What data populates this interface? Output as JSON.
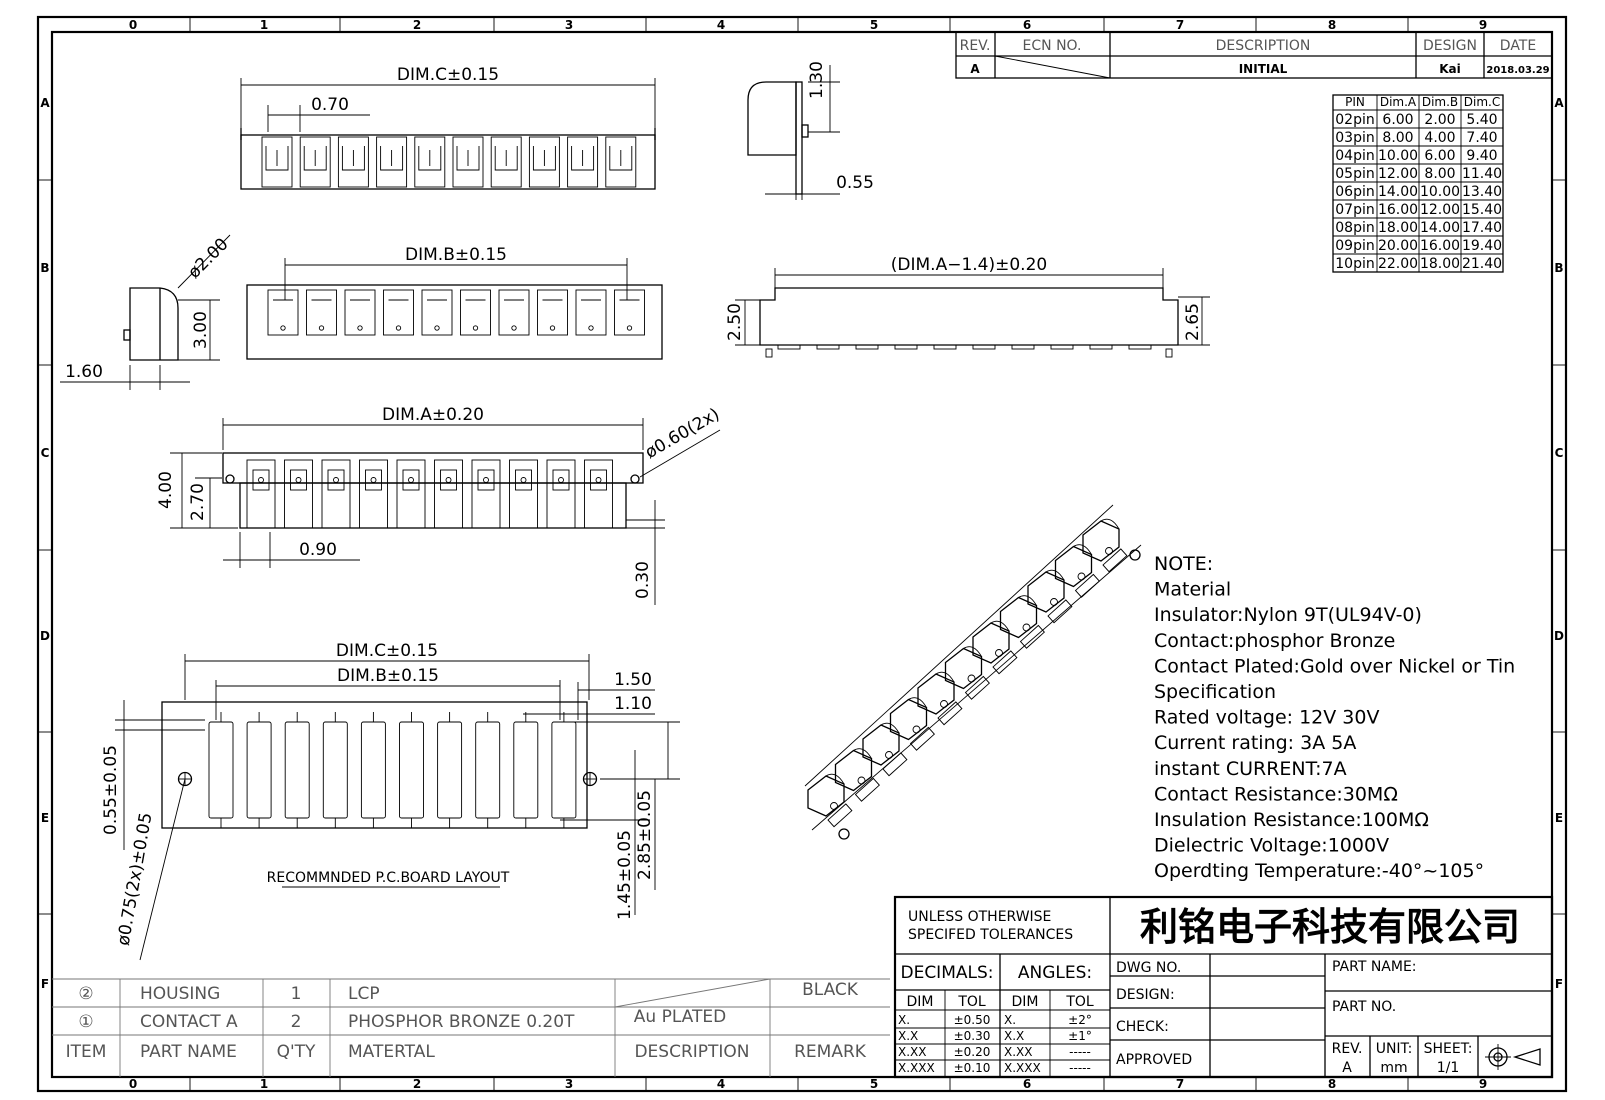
{
  "border": {
    "cols": [
      "0",
      "1",
      "2",
      "3",
      "4",
      "5",
      "6",
      "7",
      "8",
      "9"
    ],
    "rows": [
      "A",
      "B",
      "C",
      "D",
      "E",
      "F"
    ]
  },
  "revision_table": {
    "headers": {
      "rev": "REV.",
      "ecn": "ECN NO.",
      "description": "DESCRIPTION",
      "design": "DESIGN",
      "date": "DATE"
    },
    "row": {
      "rev": "A",
      "ecn": "",
      "description": "INITIAL",
      "design": "Kai",
      "date": "2018.03.29"
    }
  },
  "pin_table": {
    "headers": [
      "PIN",
      "Dim.A",
      "Dim.B",
      "Dim.C"
    ],
    "rows": [
      [
        "02pin",
        "6.00",
        "2.00",
        "5.40"
      ],
      [
        "03pin",
        "8.00",
        "4.00",
        "7.40"
      ],
      [
        "04pin",
        "10.00",
        "6.00",
        "9.40"
      ],
      [
        "05pin",
        "12.00",
        "8.00",
        "11.40"
      ],
      [
        "06pin",
        "14.00",
        "10.00",
        "13.40"
      ],
      [
        "07pin",
        "16.00",
        "12.00",
        "15.40"
      ],
      [
        "08pin",
        "18.00",
        "14.00",
        "17.40"
      ],
      [
        "09pin",
        "20.00",
        "16.00",
        "19.40"
      ],
      [
        "10pin",
        "22.00",
        "18.00",
        "21.40"
      ]
    ]
  },
  "dimensions": {
    "top_dimc": "DIM.C±0.15",
    "pitch": "0.70",
    "side_h": "1.30",
    "side_w": "0.55",
    "radius": "ø2.00",
    "dimb": "DIM.B±0.15",
    "height_300": "3.00",
    "width_160": "1.60",
    "dima_minus": "(DIM.A−1.4)±0.20",
    "h250": "2.50",
    "h265": "2.65",
    "dima": "DIM.A±0.20",
    "hole": "ø0.60(2x)",
    "h400": "4.00",
    "h270": "2.70",
    "w090": "0.90",
    "h030": "0.30",
    "pcb_dimc": "DIM.C±0.15",
    "pcb_dimb": "DIM.B±0.15",
    "pcb_150": "1.50",
    "pcb_110": "1.10",
    "pcb_055": "0.55±0.05",
    "pcb_hole": "ø0.75(2x)±0.05",
    "pcb_285": "2.85±0.05",
    "pcb_145": "1.45±0.05",
    "pcb_title": "RECOMMNDED P.C.BOARD LAYOUT"
  },
  "notes": [
    "NOTE:",
    "Material",
    "Insulator:Nylon 9T(UL94V-0)",
    "Contact:phosphor Bronze",
    "Contact Plated:Gold over Nickel or Tin",
    "Specification",
    "Rated voltage: 12V 30V",
    "Current rating: 3A   5A",
    "instant CURRENT:7A",
    "Contact Resistance:30MΩ",
    "Insulation Resistance:100MΩ",
    "Dielectric Voltage:1000V",
    "Operdting Temperature:-40°~105°"
  ],
  "bom": {
    "rows": [
      {
        "item": "②",
        "part": "HOUSING",
        "qty": "1",
        "material": "LCP",
        "description": "",
        "remark": "BLACK"
      },
      {
        "item": "①",
        "part": "CONTACT A",
        "qty": "2",
        "material": "PHOSPHOR BRONZE 0.20T",
        "description": "Au PLATED",
        "remark": ""
      }
    ],
    "headers": {
      "item": "ITEM",
      "part": "PART NAME",
      "qty": "Q'TY",
      "material": "MATERTAL",
      "description": "DESCRIPTION",
      "remark": "REMARK"
    }
  },
  "title_block": {
    "company": "利铭电子科技有限公司",
    "tolerance_title_1": "UNLESS OTHERWISE",
    "tolerance_title_2": "SPECIFED TOLERANCES",
    "decimals": "DECIMALS:",
    "angles": "ANGLES:",
    "dim": "DIM",
    "tol": "TOL",
    "dec_rows": [
      [
        "X.",
        "±0.50"
      ],
      [
        "X.X",
        "±0.30"
      ],
      [
        "X.XX",
        "±0.20"
      ],
      [
        "X.XXX",
        "±0.10"
      ]
    ],
    "ang_rows": [
      [
        "X.",
        "±2°"
      ],
      [
        "X.X",
        "±1°"
      ],
      [
        "X.XX",
        "-----"
      ],
      [
        "X.XXX",
        "-----"
      ]
    ],
    "dwg_no": "DWG NO.",
    "design": "DESIGN:",
    "check": "CHECK:",
    "approved": "APPROVED",
    "part_name": "PART NAME:",
    "part_no": "PART NO.",
    "rev_label": "REV.",
    "rev_value": "A",
    "unit_label": "UNIT:",
    "unit_value": "mm",
    "sheet_label": "SHEET:",
    "sheet_value": "1/1"
  }
}
